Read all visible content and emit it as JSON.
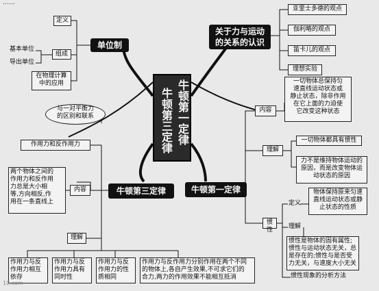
{
  "header": {
    "text": "……"
  },
  "center": {
    "col1": "牛顿第一定律",
    "col2": "牛顿第三定律"
  },
  "left_top": {
    "hub": "单位制",
    "definition": "定义",
    "group": "组成",
    "base_unit": "基本单位",
    "derived_unit": "导出单位",
    "application": "在物理计算\n中的应用"
  },
  "right_top": {
    "hub": "关于力与运动\n的关系的认识",
    "aristotle": "亚里士多德的观点",
    "galileo": "伽利略的观点",
    "descartes": "笛卡儿的观点",
    "ideal_experiment": "理想实验"
  },
  "first_law": {
    "hub": "牛顿第一定律",
    "content": "内容",
    "content_text": "一切物体总保持匀\n速直线运动状态或\n静止状态，除非作用\n在它上面的力迫使\n它改变这种状态",
    "understand": "理解",
    "inertia_all": "一切物体都具有惯性",
    "not_maintain": "力不是维持物体运动的\n原因，而是改变物体运\n动状态的原因",
    "inertia": "惯性",
    "inertia_def": "定义",
    "inertia_def_text": "物体保持原来匀速\n直线运动状态或静\n止状态的性质",
    "inertia_understand": "理解",
    "inertia_understand_text": "惯性是物体的固有属性;\n惯性与运动状态无关，总\n是存在的;惯性与是否受\n力无关，与速度大小无关",
    "analysis": "惯性现象的分析方法"
  },
  "third_law": {
    "hub": "牛顿第三定律",
    "balance": "与一对平衡力\n的区别和联系",
    "action_reaction": "作用力和反作用力",
    "content": "内容",
    "content_text": "两个物体之间的\n作用力和反作用\n力总是大小相\n等,方向相反,作\n用在一条直线上",
    "understand": "理解",
    "u1": "作用力与反\n作用力相互\n依存",
    "u2": "作用力与反\n作用力具有\n同时性",
    "u3": "作用力与反\n作用力的性\n质相同",
    "u4": "作用力与反作用力分别作用在两个不同\n的物体上,各自产生效果,不可求它们的\n合力,两力的作用效果不能相互抵消"
  },
  "watermark": "10.com"
}
